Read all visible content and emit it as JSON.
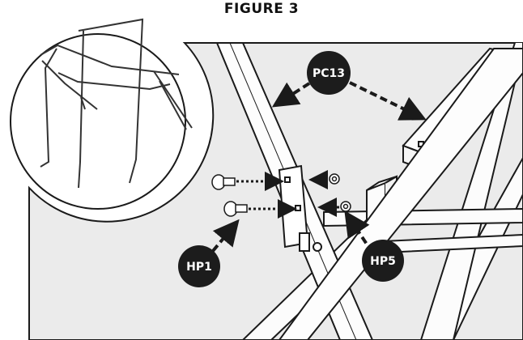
{
  "figure": {
    "title": "FIGURE 3"
  },
  "callouts": {
    "pc13": "PC13",
    "hp1": "HP1",
    "hp5": "HP5"
  },
  "colors": {
    "panel_fill": "#ebebeb",
    "line": "#1a1a1a",
    "callout_fill": "#1c1c1c",
    "callout_text": "#ffffff"
  }
}
